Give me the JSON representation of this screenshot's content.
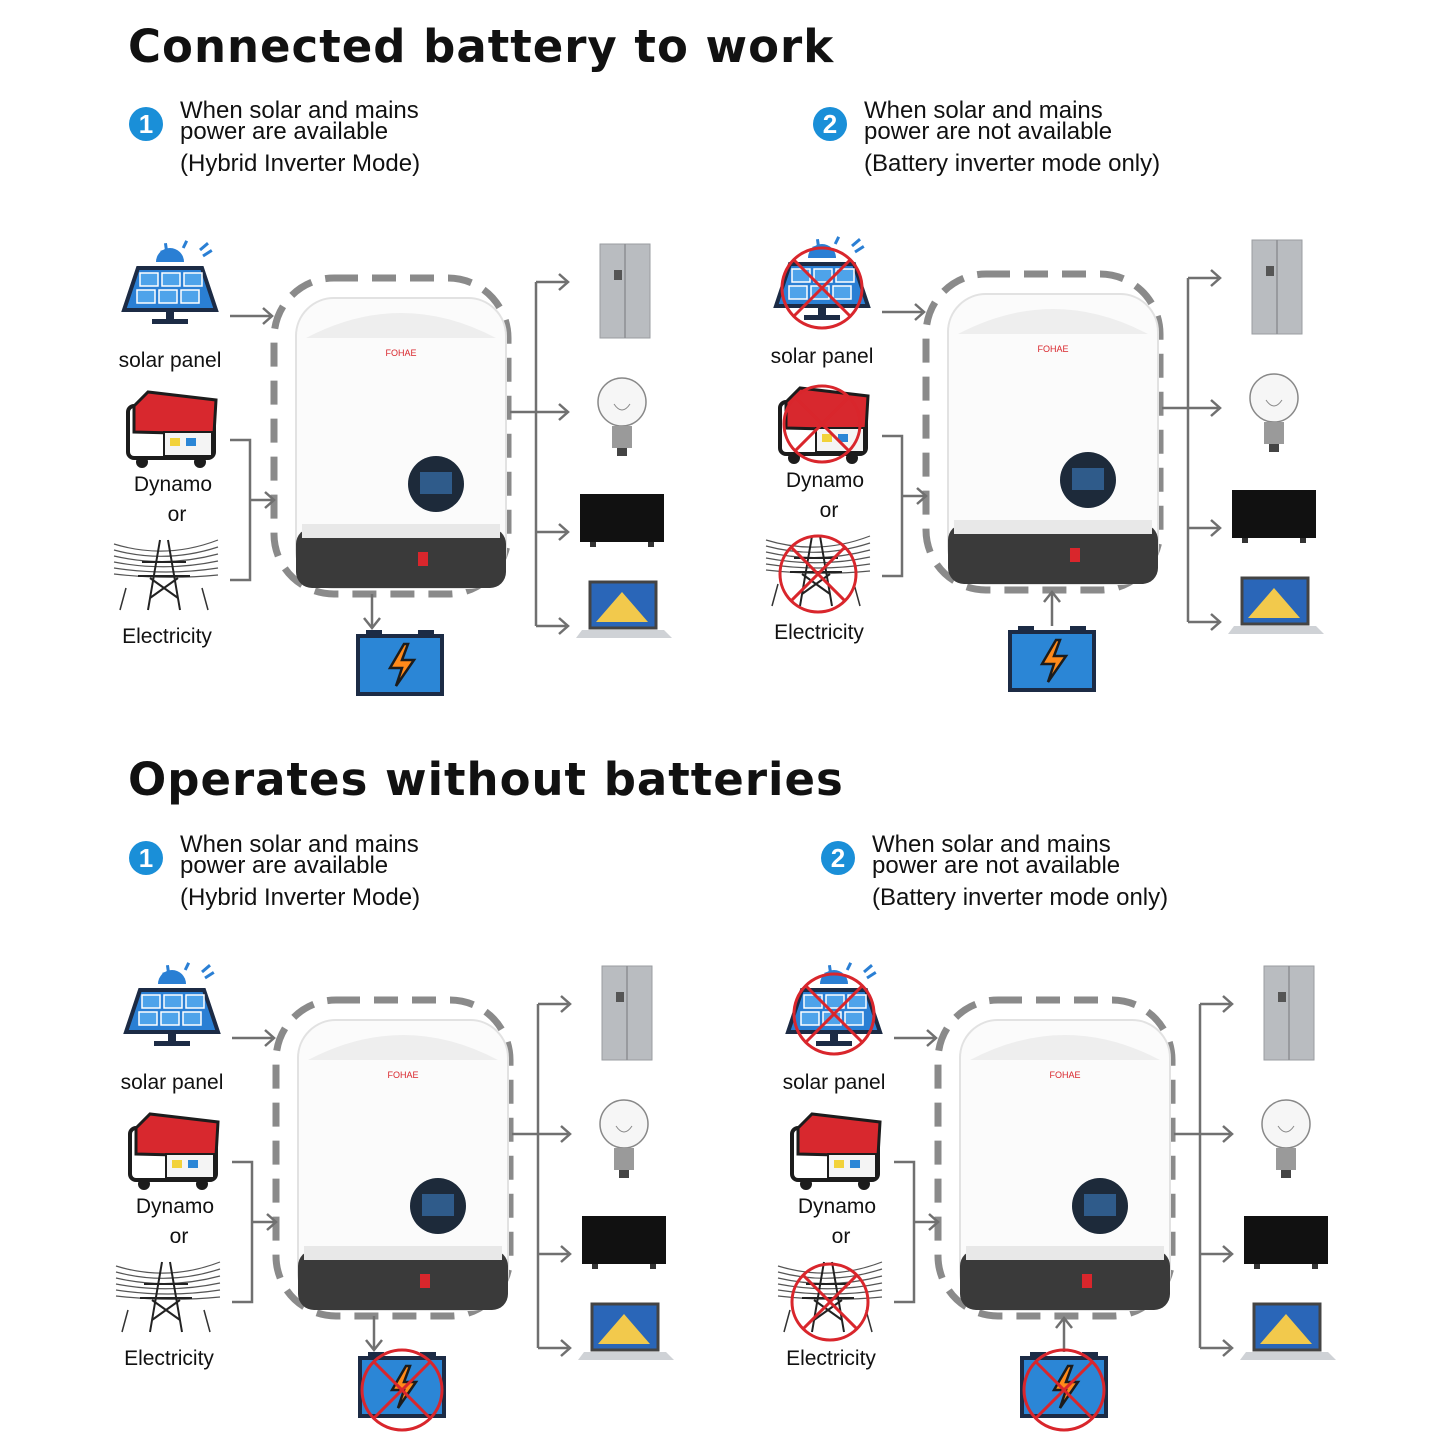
{
  "sections": [
    {
      "title": "Connected battery to work",
      "scenarios": [
        {
          "number": "1",
          "line1": "When solar and mains",
          "line2": "power are available",
          "mode": "(Hybrid Inverter Mode)",
          "solar_label": "solar panel",
          "dynamo_label": "Dynamo",
          "or_label": "or",
          "electricity_label": "Electricity"
        },
        {
          "number": "2",
          "line1": "When solar and mains",
          "line2": "power are not available",
          "mode": "(Battery inverter mode only)",
          "solar_label": "solar panel",
          "dynamo_label": "Dynamo",
          "or_label": "or",
          "electricity_label": "Electricity"
        }
      ]
    },
    {
      "title": "Operates without batteries",
      "scenarios": [
        {
          "number": "1",
          "line1": "When solar and mains",
          "line2": "power are available",
          "mode": "(Hybrid Inverter Mode)",
          "solar_label": "solar panel",
          "dynamo_label": "Dynamo",
          "or_label": "or",
          "electricity_label": "Electricity"
        },
        {
          "number": "2",
          "line1": "When solar and mains",
          "line2": "power are not available",
          "mode": "(Battery inverter mode only)",
          "solar_label": "solar panel",
          "dynamo_label": "Dynamo",
          "or_label": "or",
          "electricity_label": "Electricity"
        }
      ]
    }
  ],
  "inverter_brand": "FOHAE",
  "colors": {
    "badge_blue": "#1a8fd8",
    "panel_blue": "#2a7fd4",
    "cross_red": "#d9262c",
    "generator_red": "#d8282e",
    "arrow_gray": "#707070",
    "dashed_gray": "#8a8a8a",
    "battery_blue": "#2b86d6",
    "bolt_orange": "#ff8a1a"
  },
  "icons": [
    "solar-panel-icon",
    "generator-icon",
    "power-tower-icon",
    "inverter-icon",
    "battery-icon",
    "fridge-icon",
    "light-bulb-icon",
    "tv-icon",
    "laptop-icon"
  ]
}
